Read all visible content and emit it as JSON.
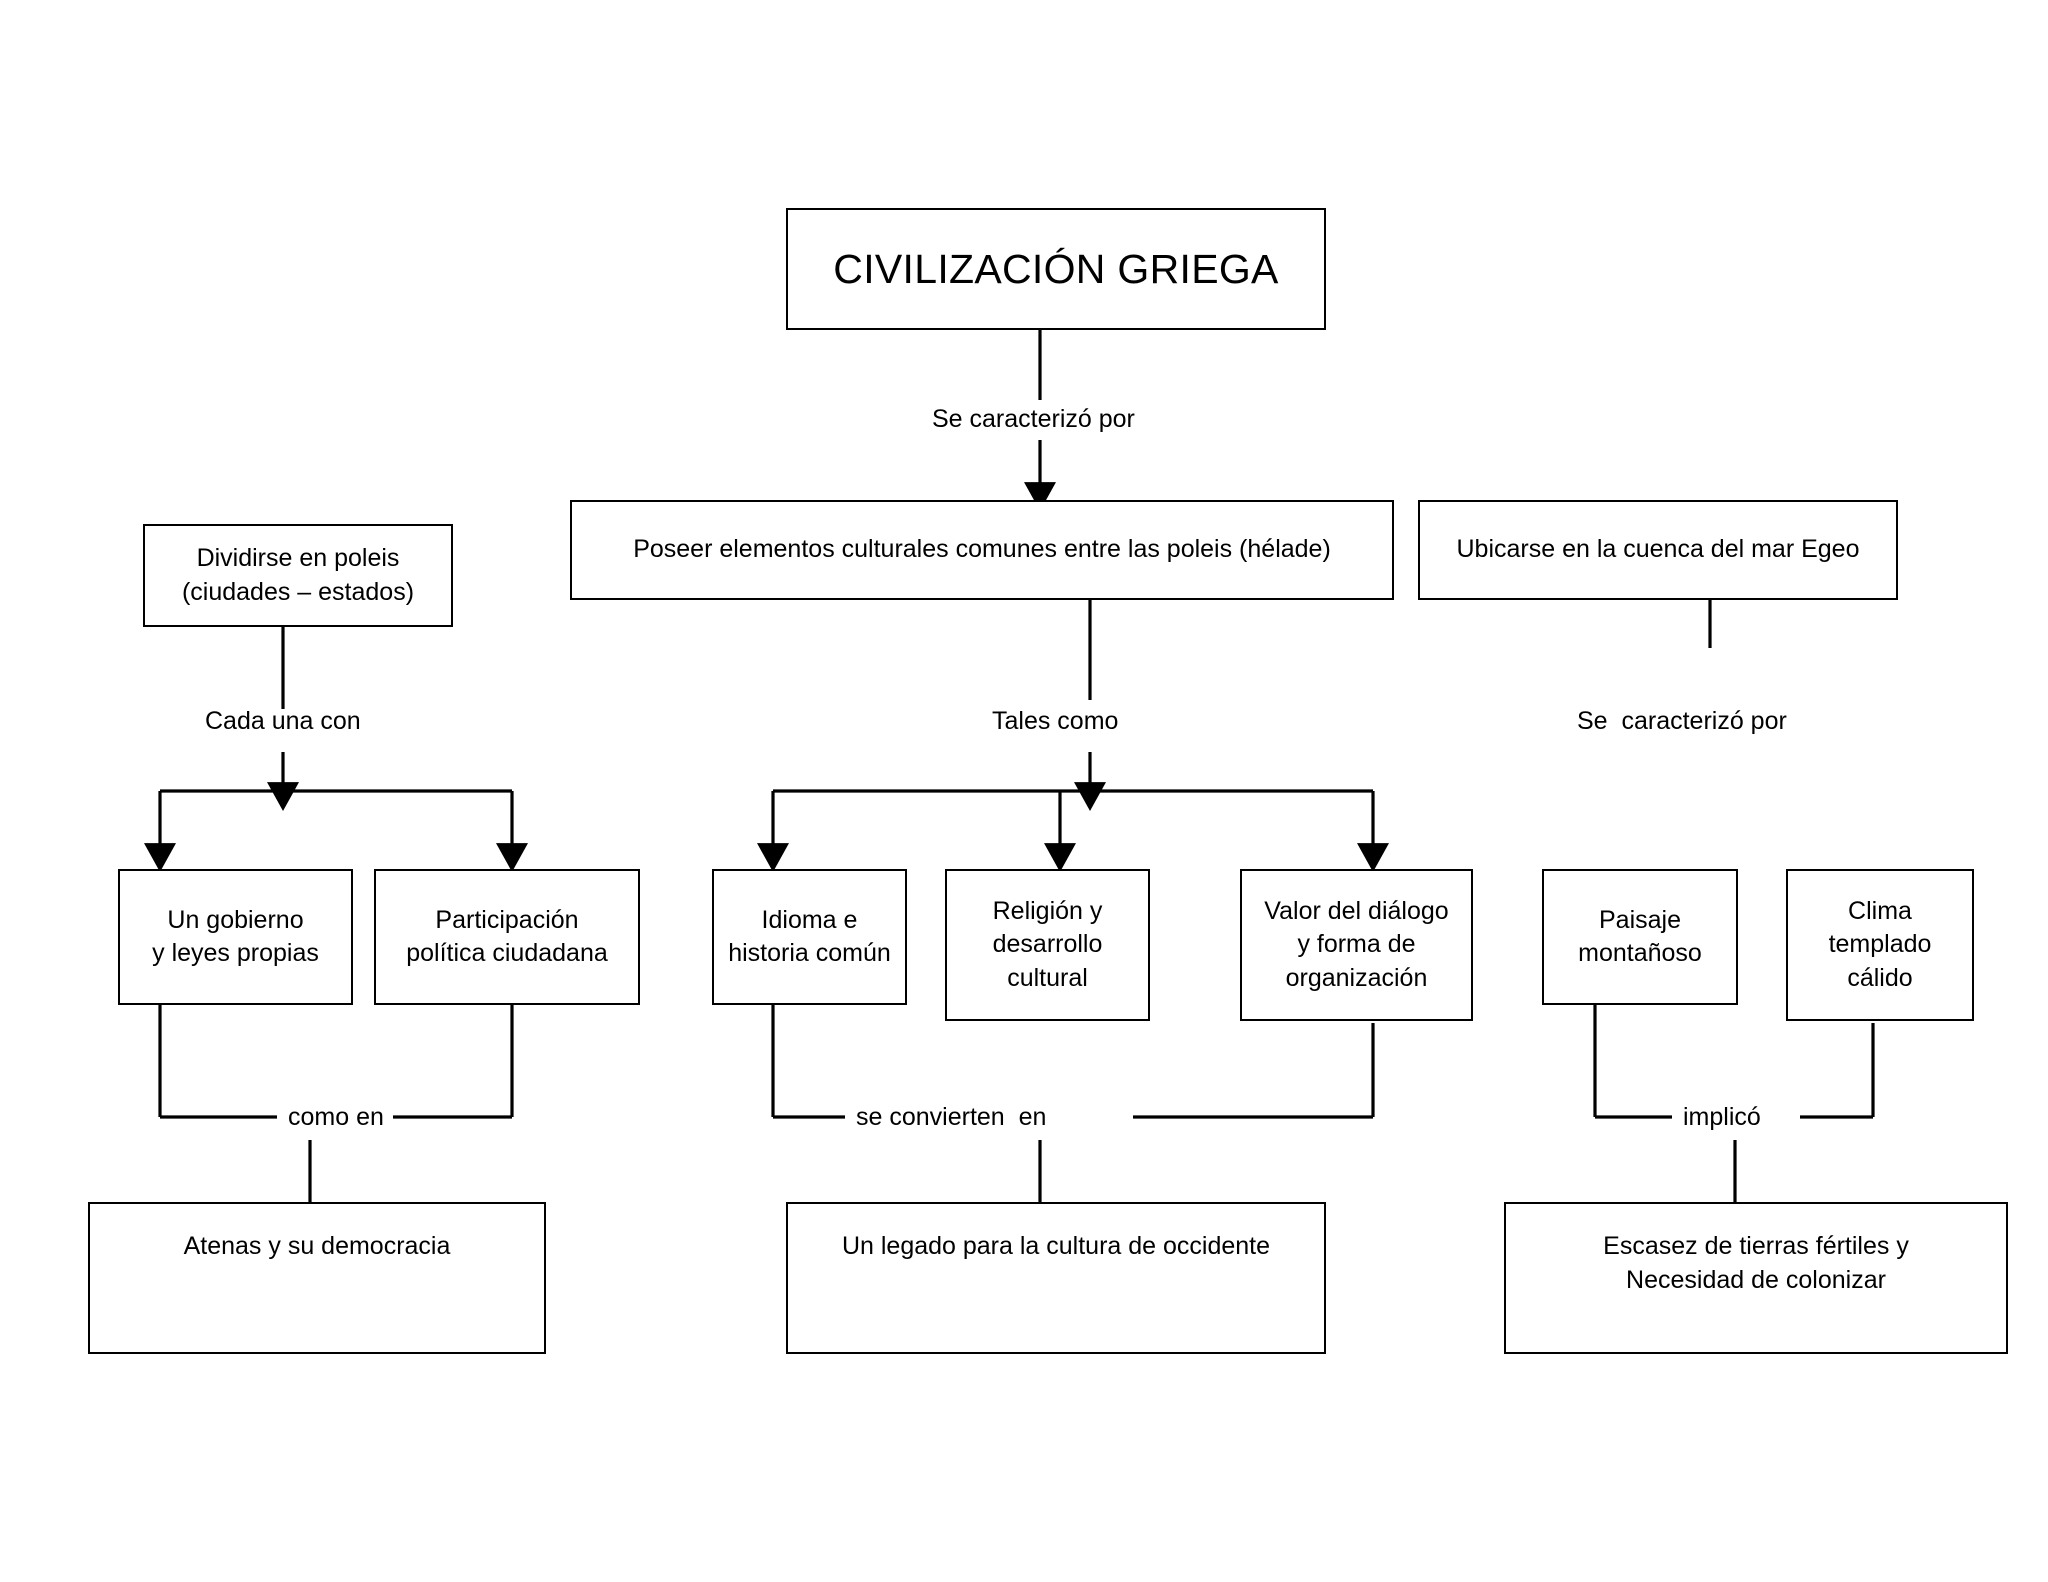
{
  "diagram": {
    "title": "CIVILIZACIÓN GRIEGA",
    "root": {
      "label": "CIVILIZACIÓN GRIEGA"
    },
    "connector_labels": {
      "root_to_branches": "Se caracterizó por",
      "poleis_to_children": "Cada una con",
      "cultural_to_children": "Tales como",
      "aegean_to_children": "Se  caracterizó por",
      "poleis_children_merge": "como en",
      "cultural_children_merge": "se convierten  en",
      "aegean_children_merge": "implicó"
    },
    "level2": [
      {
        "id": "poleis",
        "label": "Dividirse en poleis\n(ciudades – estados)"
      },
      {
        "id": "cultural",
        "label": "Poseer elementos culturales comunes entre las poleis (hélade)"
      },
      {
        "id": "aegean",
        "label": "Ubicarse en la cuenca del mar Egeo"
      }
    ],
    "level3": [
      {
        "id": "gobierno",
        "group": "poleis",
        "label": "Un gobierno\ny leyes propias"
      },
      {
        "id": "politica",
        "group": "poleis",
        "label": "Participación\npolítica ciudadana"
      },
      {
        "id": "idioma",
        "group": "cultural",
        "label": "Idioma e\nhistoria común"
      },
      {
        "id": "religion",
        "group": "cultural",
        "label": "Religión y\ndesarrollo\ncultural"
      },
      {
        "id": "dialogo",
        "group": "cultural",
        "label": "Valor del diálogo\ny forma de\norganización"
      },
      {
        "id": "paisaje",
        "group": "aegean",
        "label": "Paisaje\nmontañoso"
      },
      {
        "id": "clima",
        "group": "aegean",
        "label": "Clima\ntemplado\ncálido"
      }
    ],
    "level4": [
      {
        "id": "atenas",
        "group": "poleis",
        "label": "Atenas y su democracia"
      },
      {
        "id": "legado",
        "group": "cultural",
        "label": "Un legado para la cultura de occidente"
      },
      {
        "id": "escasez",
        "group": "aegean",
        "label": "Escasez de tierras fértiles y\nNecesidad de colonizar"
      }
    ],
    "colors": {
      "line": "#000000",
      "box_fill": "#ffffff",
      "text": "#000000"
    }
  }
}
